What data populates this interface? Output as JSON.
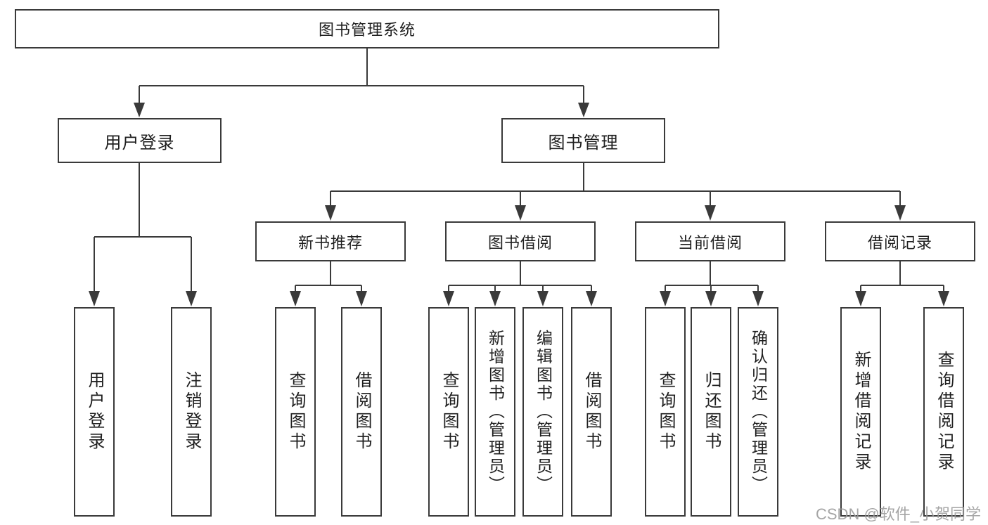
{
  "tree": {
    "root": {
      "label": "图书管理系统"
    },
    "branches": [
      {
        "label": "用户登录",
        "leaves": [
          "用户登录",
          "注销登录"
        ]
      },
      {
        "label": "图书管理",
        "groups": [
          {
            "label": "新书推荐",
            "leaves": [
              "查询图书",
              "借阅图书"
            ]
          },
          {
            "label": "图书借阅",
            "leaves": [
              "查询图书",
              "新增图书（管理员）",
              "编辑图书（管理员）",
              "借阅图书"
            ]
          },
          {
            "label": "当前借阅",
            "leaves": [
              "查询图书",
              "归还图书",
              "确认归还（管理员）"
            ]
          },
          {
            "label": "借阅记录",
            "leaves": [
              "新增借阅记录",
              "查询借阅记录"
            ]
          }
        ]
      }
    ]
  },
  "watermark": {
    "text": "CSDN @软件_小贺同学",
    "color": "#9c9c9c"
  },
  "colors": {
    "line": "#3a3a3a",
    "box_border": "#3a3a3a",
    "text": "#1f1f1f",
    "background": "#ffffff"
  }
}
